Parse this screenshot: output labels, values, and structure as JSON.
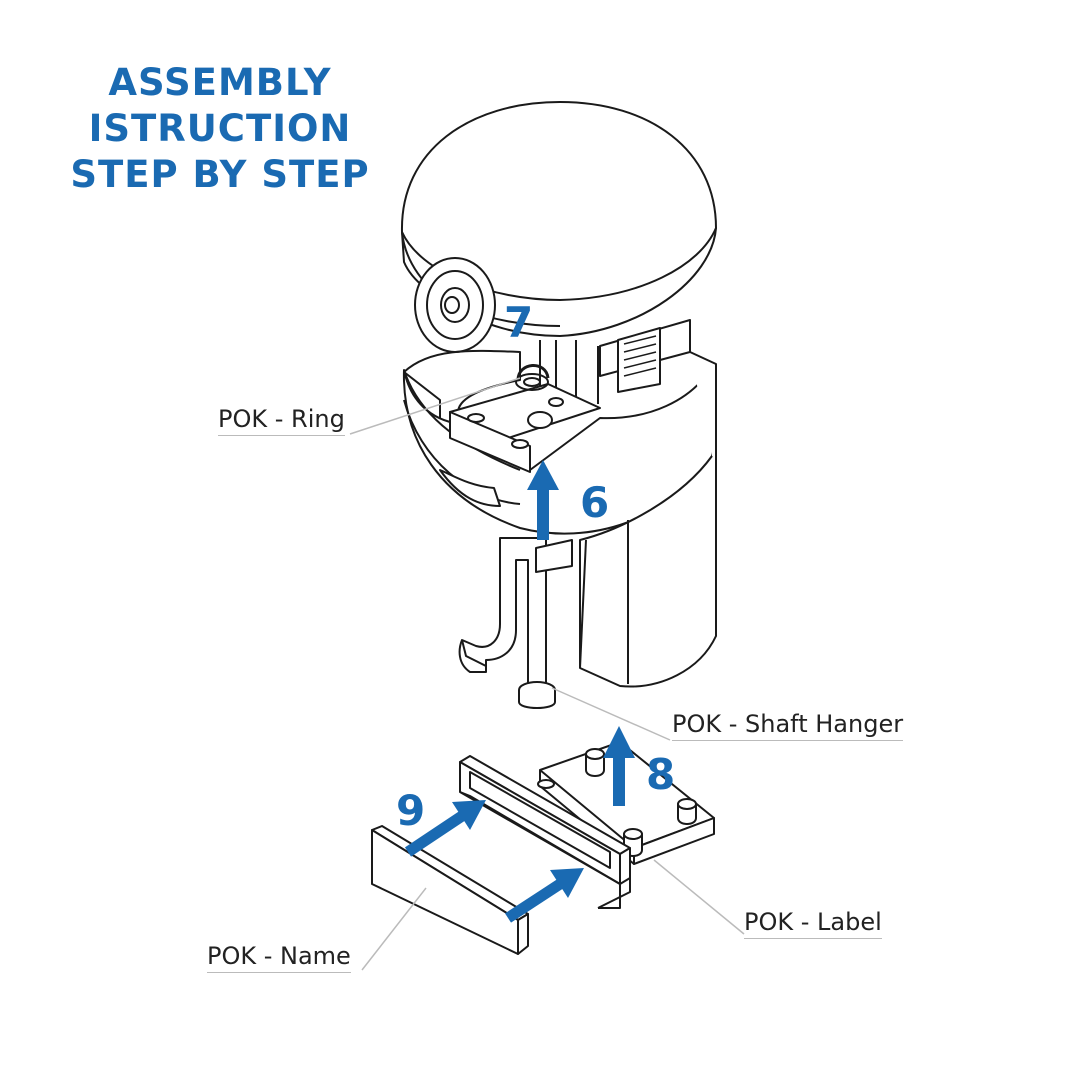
{
  "title": {
    "line1": "ASSEMBLY",
    "line2": "ISTRUCTION",
    "line3": "STEP BY STEP"
  },
  "callouts": {
    "ring": "POK - Ring",
    "shaft_hanger": "POK - Shaft Hanger",
    "label": "POK - Label",
    "name": "POK - Name"
  },
  "steps": {
    "s6": "6",
    "s7": "7",
    "s8": "8",
    "s9": "9"
  },
  "colors": {
    "accent": "#1a6ab2",
    "line": "#1a1a1a",
    "leader": "#bbbbbb"
  }
}
